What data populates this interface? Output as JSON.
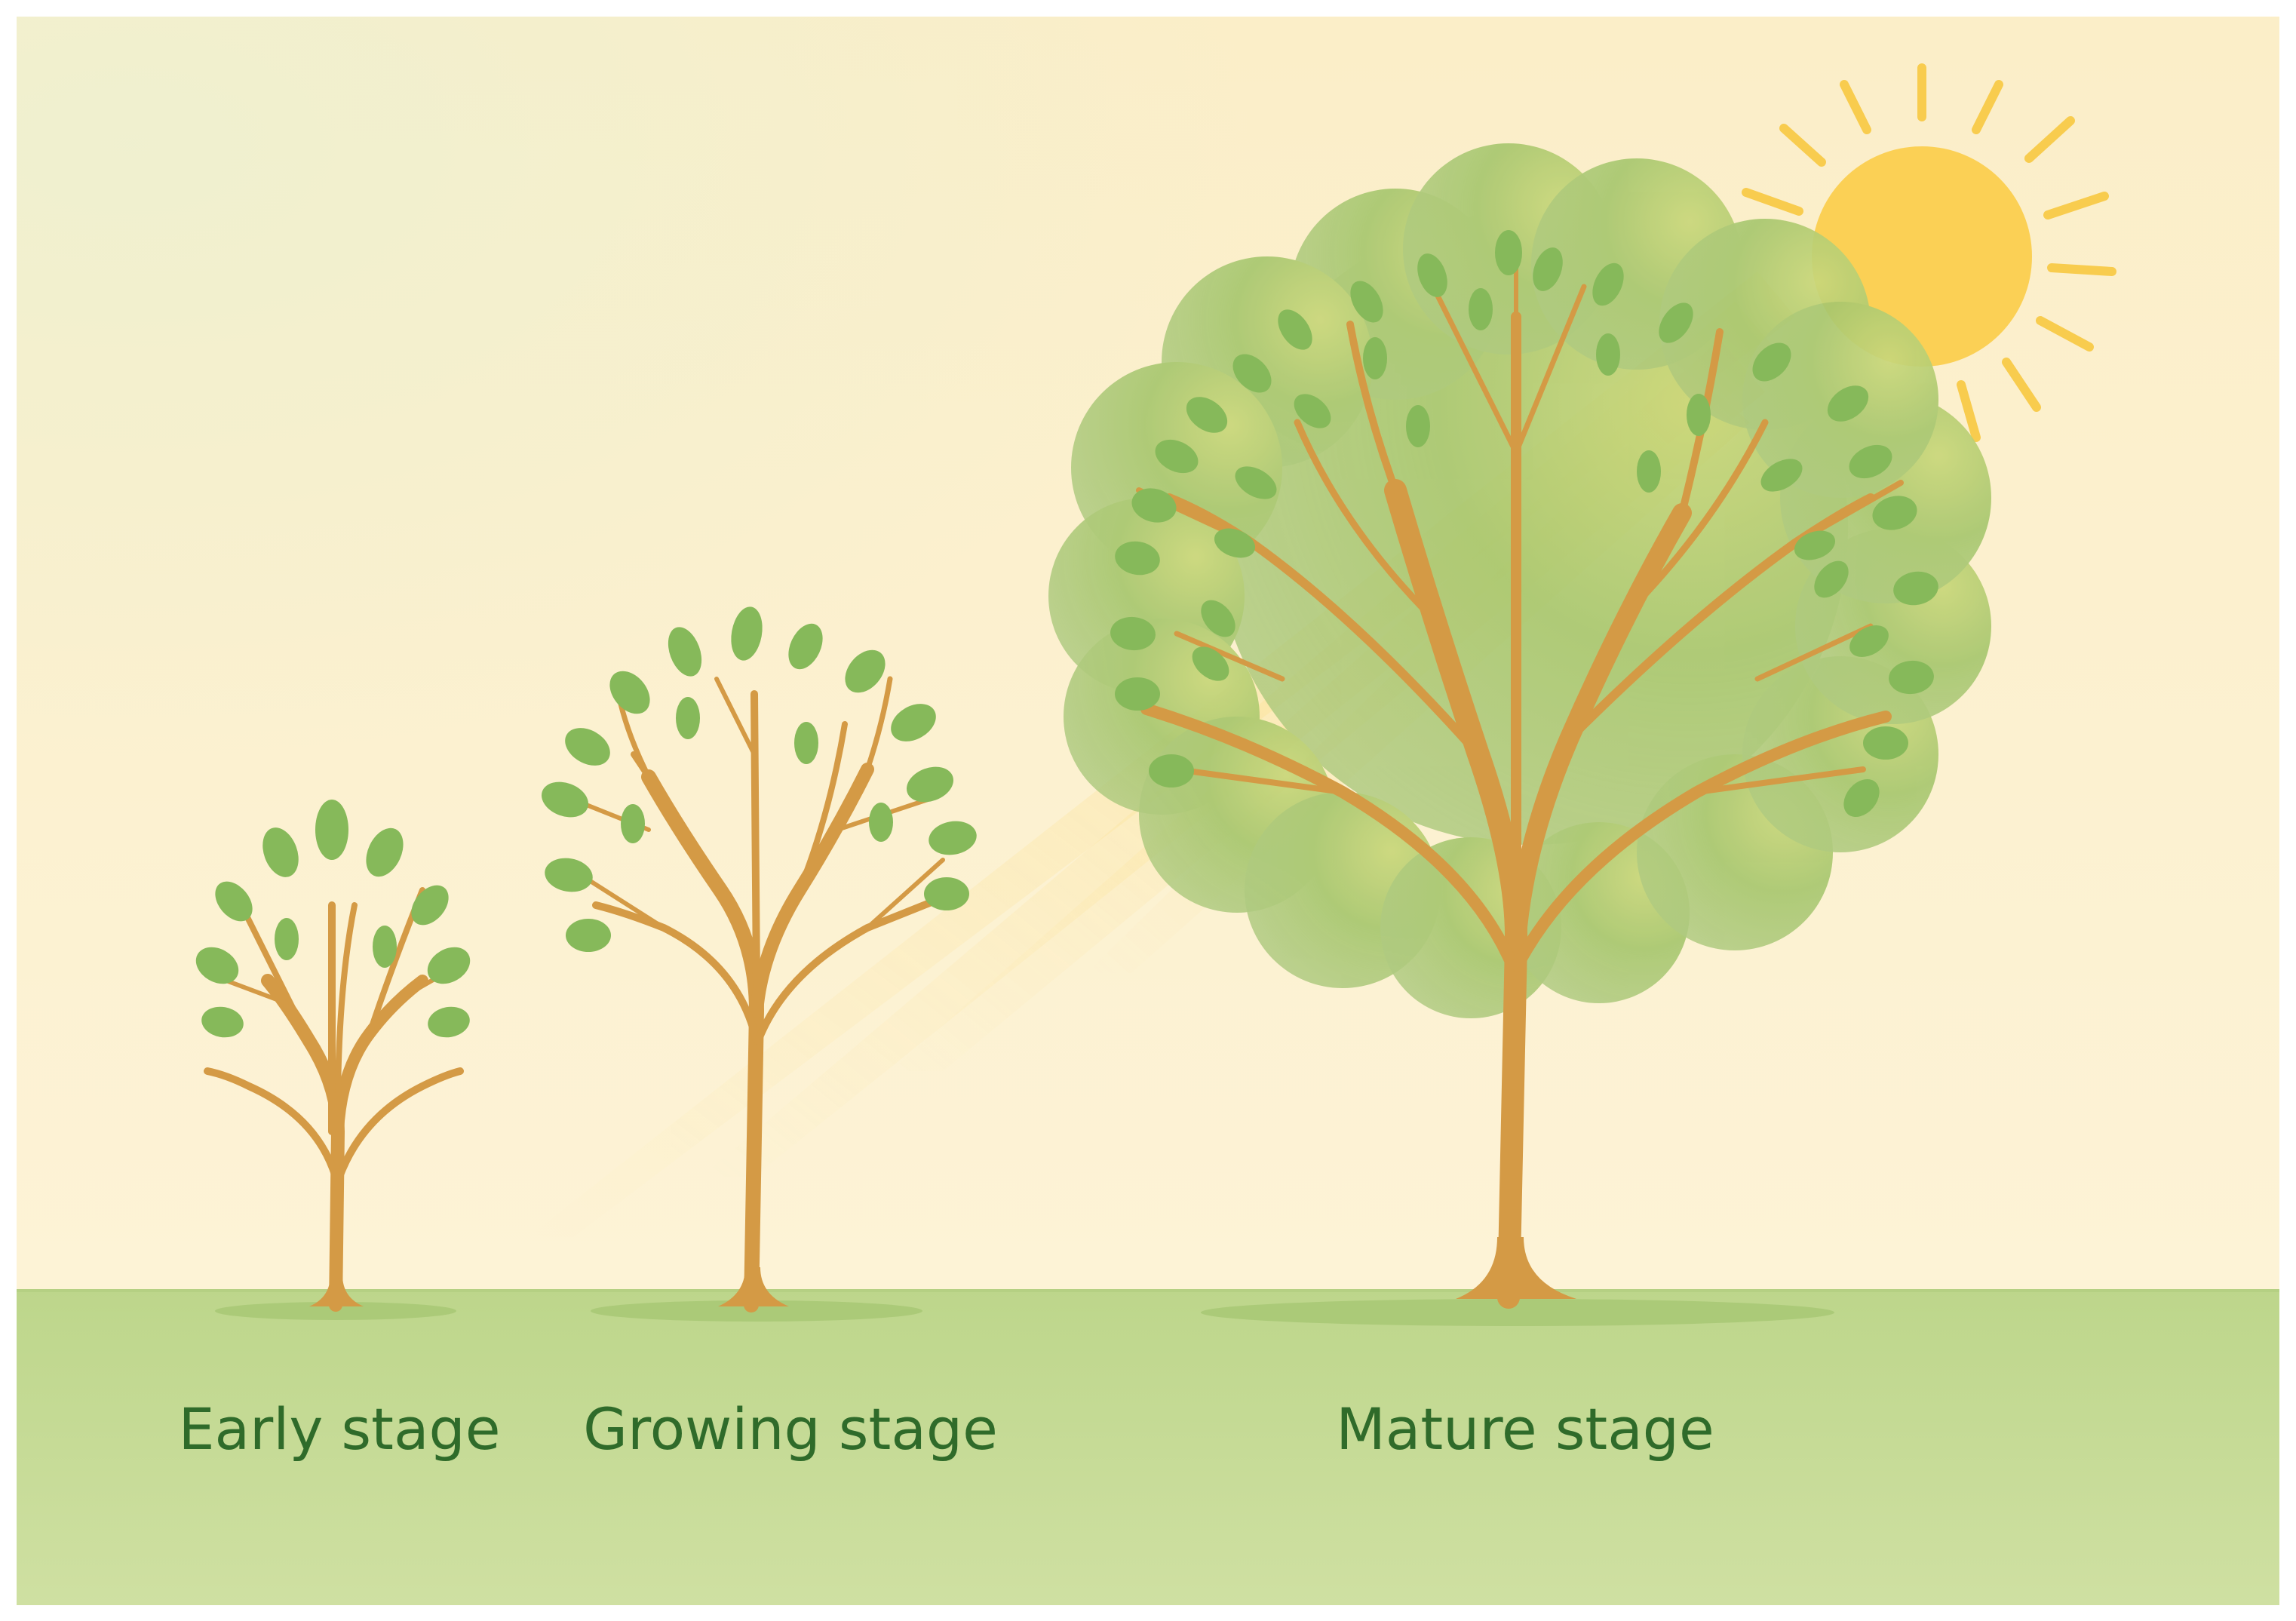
{
  "stages": [
    {
      "label": "Early stage"
    },
    {
      "label": "Growing stage"
    },
    {
      "label": "Mature stage"
    }
  ],
  "colors": {
    "sky_top": "#fbeec8",
    "sky_bottom": "#fdf2d2",
    "ground": "#c9dc9a",
    "ground_top": "#bcd68a",
    "trunk": "#d49a45",
    "leaf": "#86b95a",
    "canopy": "#9cc46c",
    "sun": "#fbd055",
    "sun_rays": "#f8cc4e",
    "label_text": "#2f6b2a"
  },
  "icons": {
    "sun": "sun-icon",
    "tree_small": "sapling-icon",
    "tree_medium": "young-tree-icon",
    "tree_large": "mature-tree-icon"
  }
}
